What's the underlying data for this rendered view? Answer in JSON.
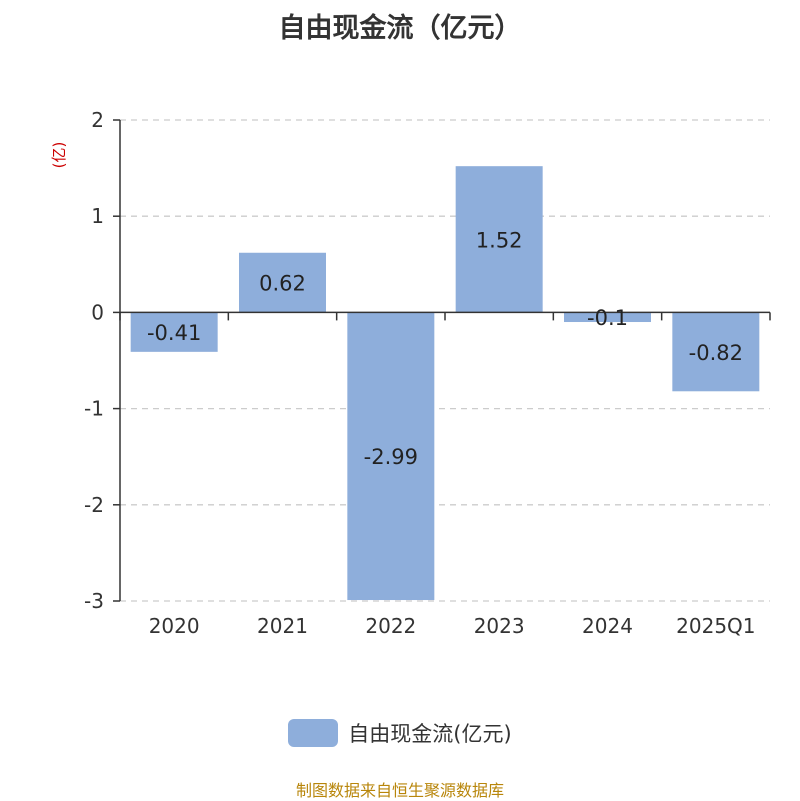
{
  "chart_data": {
    "type": "bar",
    "title": "自由现金流（亿元）",
    "ylabel": "(亿)",
    "categories": [
      "2020",
      "2021",
      "2022",
      "2023",
      "2024",
      "2025Q1"
    ],
    "series": [
      {
        "name": "自由现金流(亿元)",
        "values": [
          -0.41,
          0.62,
          -2.99,
          1.52,
          -0.1,
          -0.82
        ],
        "labels": [
          "-0.41",
          "0.62",
          "-2.99",
          "1.52",
          "-0.1",
          "-0.82"
        ]
      }
    ],
    "ylim": [
      -3,
      2
    ],
    "yticks": [
      -3,
      -2,
      -1,
      0,
      1,
      2
    ],
    "grid": true,
    "legend": "bottom-center"
  },
  "colors": {
    "bar": "#8eaedb",
    "axis": "#333333",
    "grid": "#cccccc",
    "ylabel": "#cc0000",
    "source": "#b8860b"
  },
  "source": "制图数据来自恒生聚源数据库"
}
